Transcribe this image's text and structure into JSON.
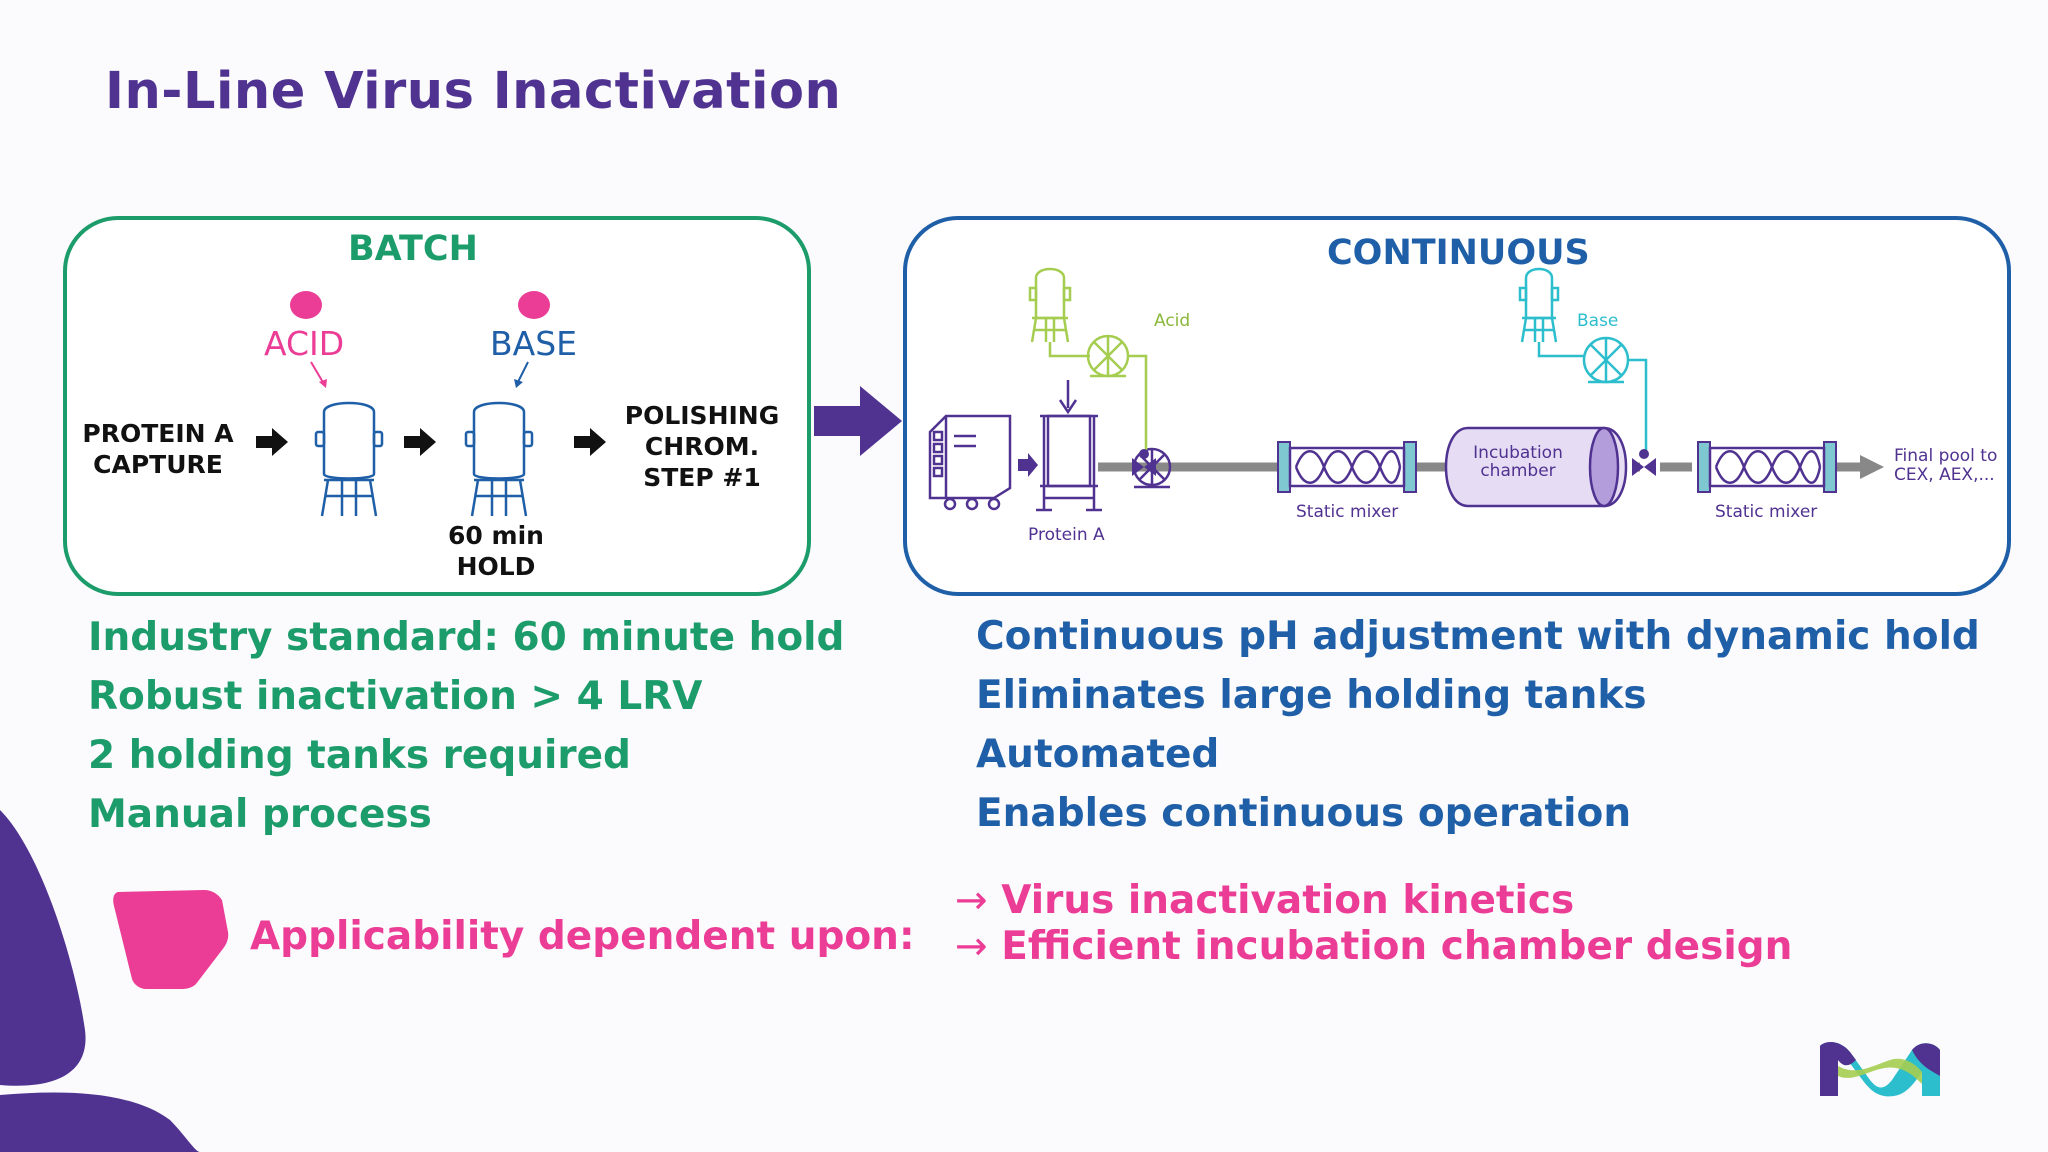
{
  "title": "In-Line Virus Inactivation",
  "batch": {
    "heading": "BATCH",
    "acid_label": "ACID",
    "base_label": "BASE",
    "capture_line1": "PROTEIN A",
    "capture_line2": "CAPTURE",
    "hold_line1": "60 min",
    "hold_line2": "HOLD",
    "polish_line1": "POLISHING",
    "polish_line2": "CHROM.",
    "polish_line3": "STEP #1",
    "bullets": [
      "Industry standard: 60 minute hold",
      "Robust inactivation > 4 LRV",
      "2 holding tanks required",
      "Manual process"
    ]
  },
  "continuous": {
    "heading": "CONTINUOUS",
    "acid_label": "Acid",
    "base_label": "Base",
    "protein_a_label": "Protein A",
    "static_mixer_1": "Static mixer",
    "static_mixer_2": "Static mixer",
    "incubation_line1": "Incubation",
    "incubation_line2": "chamber",
    "final_line1": "Final pool to",
    "final_line2": "CEX, AEX,...",
    "bullets": [
      "Continuous pH adjustment with dynamic hold",
      "Eliminates large holding tanks",
      "Automated",
      "Enables continuous operation"
    ]
  },
  "applicability": {
    "label": "Applicability dependent upon:",
    "items": [
      "Virus inactivation kinetics",
      "Efficient incubation chamber design"
    ],
    "arrow_glyph": "→"
  },
  "colors": {
    "purple": "#503291",
    "green": "#1d9c6b",
    "blue": "#1f5fa8",
    "pink": "#eb3c96",
    "lime": "#a5cd50",
    "teal": "#2dbecd"
  }
}
